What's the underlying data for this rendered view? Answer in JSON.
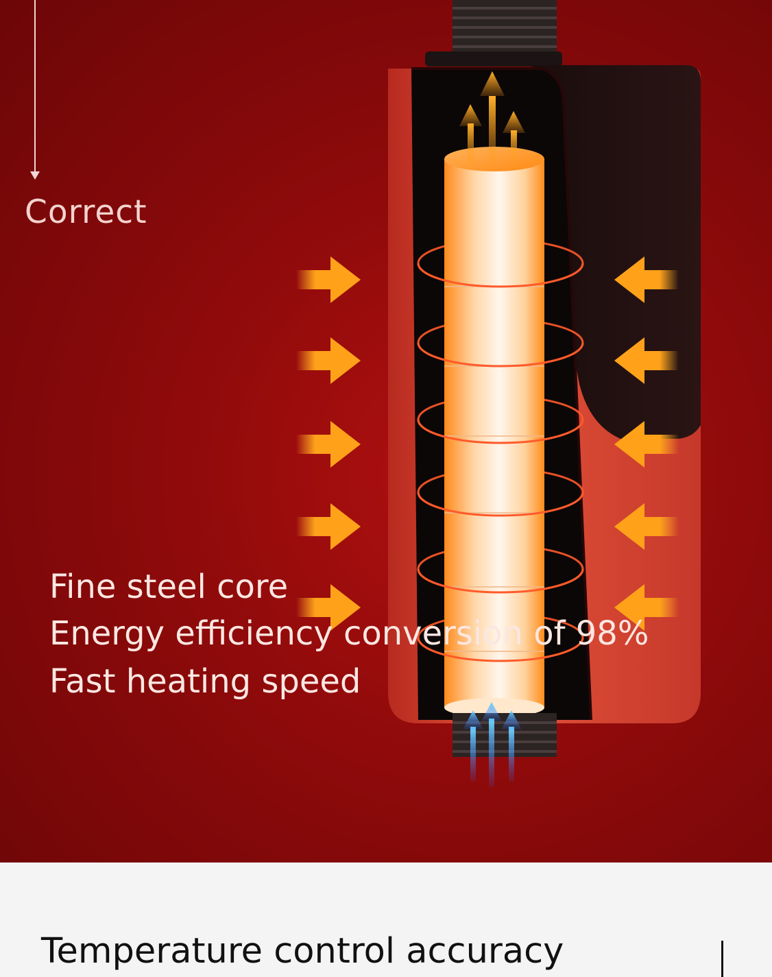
{
  "heading_top": "Correct",
  "features": [
    "Fine steel core",
    "Energy efficiency conversion of 98%",
    "Fast heating speed"
  ],
  "section_title": "Temperature control accuracy",
  "colors": {
    "background_red": "#8e0a0b",
    "body_orange_red": "#d8452f",
    "heating_arrow": "#ffa21a",
    "cold_water_arrow": "#4cc3ff",
    "white_section": "#f4f4f4"
  }
}
